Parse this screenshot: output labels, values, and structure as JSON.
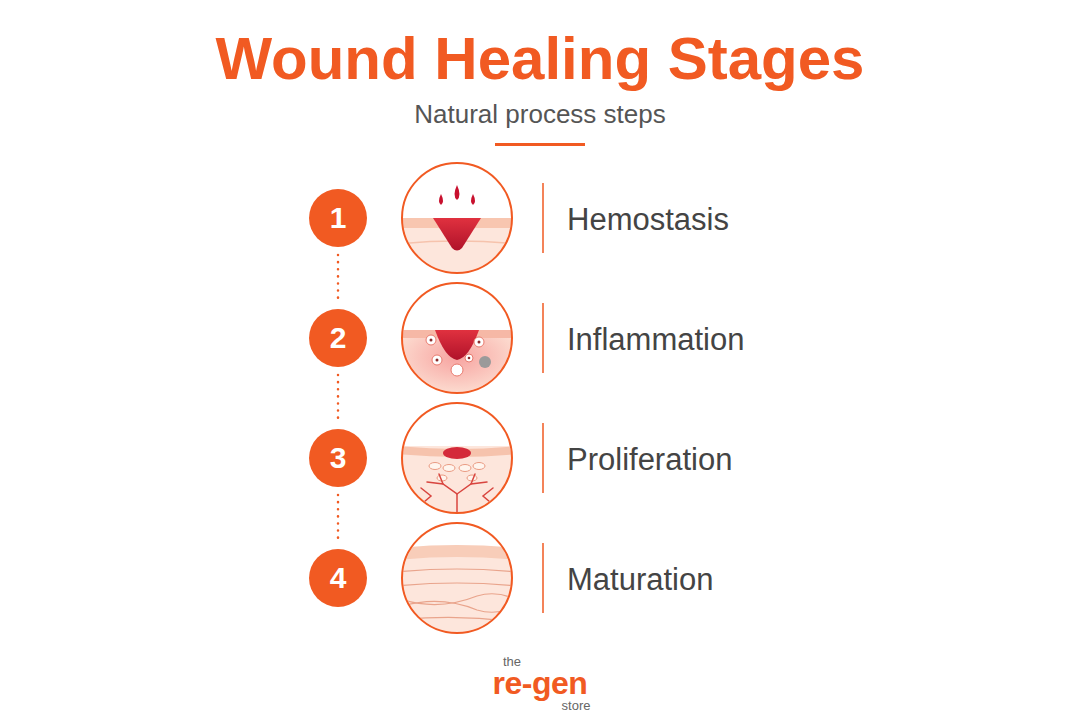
{
  "diagram": {
    "title": "Wound Healing Stages",
    "nodes": [
      {
        "text": [
          "1"
        ]
      },
      {
        "text": [
          "2"
        ]
      },
      {
        "text": [
          "3"
        ]
      },
      {
        "text": [
          "4"
        ]
      }
    ],
    "edges": [
      {
        "from": 0,
        "to": 1,
        "arrow": "none"
      },
      {
        "from": 1,
        "to": 2,
        "arrow": "none"
      },
      {
        "from": 2,
        "to": 3,
        "arrow": "none"
      }
    ],
    "labels": [
      "Natural process steps",
      "Hemostasis",
      "Inflammation",
      "Proliferation",
      "Maturation",
      "the",
      "re-gen",
      "store"
    ]
  }
}
